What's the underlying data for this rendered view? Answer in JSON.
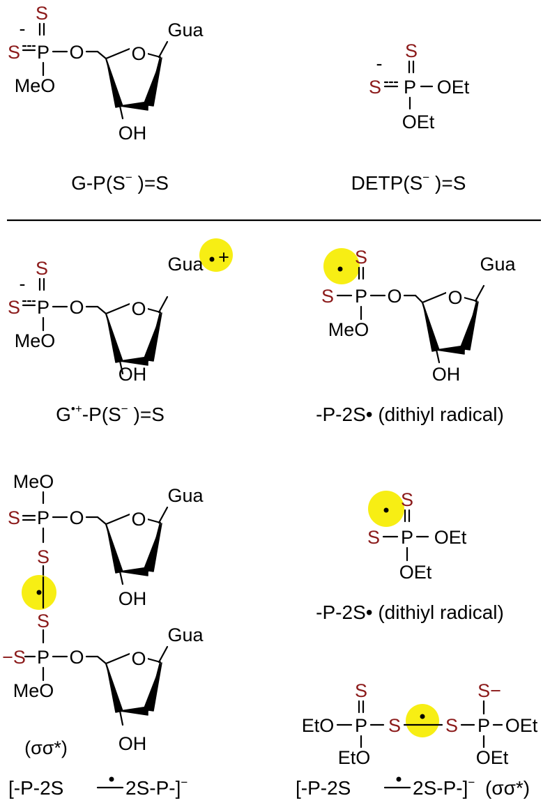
{
  "labels": {
    "sulfur": "S",
    "phosphorus": "P",
    "oxygen": "O",
    "ring_oxygen": "O",
    "methoxy": "MeO",
    "ethoxy_left": "EtO",
    "ethoxy_right": "OEt",
    "hydroxyl": "OH",
    "base": "Gua",
    "minus": "-",
    "minus_long": "−",
    "charge_plus": "+",
    "s_minus": "S−",
    "minus_s": "−S",
    "sigma_label": "(σσ*)"
  },
  "captions": {
    "g_p": {
      "pre": "G-P(S",
      "sup": "−",
      "post": " )=S"
    },
    "detp": {
      "pre": "DETP(S",
      "sup": "−",
      "post": " )=S"
    },
    "g_cation": {
      "pre": "G",
      "sup": "•+",
      "post": "-P(S",
      "sup2": "−",
      "post2": " )=S"
    },
    "dithiyl_1": "-P-2S• (dithiyl radical)",
    "dithiyl_2": "-P-2S• (dithiyl radical)",
    "dimer_1": {
      "pre": "[-P-2S",
      "post": "2S-P-]",
      "sup": "−"
    },
    "dimer_2": {
      "pre": "[-P-2S",
      "post": "2S-P-]",
      "sup": "−",
      "tail": "(σσ*)"
    }
  },
  "colors": {
    "sulfur": "#8b1a1a",
    "bond": "#000000",
    "highlight": "#f7ee14"
  }
}
